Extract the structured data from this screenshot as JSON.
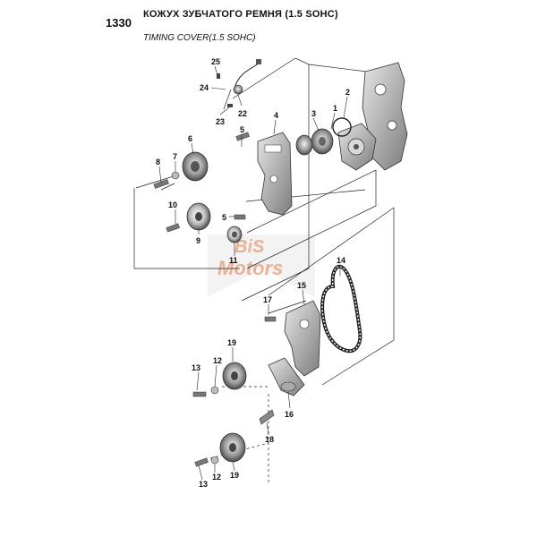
{
  "header": {
    "code": "1330",
    "title_ru": "КОЖУХ ЗУБЧАТОГО РЕМНЯ (1.5 SOHC)",
    "title_en": "TIMING COVER(1.5 SOHC)"
  },
  "watermark": {
    "line1": "BiS",
    "line2": "Motors",
    "color": "#e8a27a"
  },
  "callouts": [
    {
      "id": "c25",
      "label": "25"
    },
    {
      "id": "c24",
      "label": "24"
    },
    {
      "id": "c22",
      "label": "22"
    },
    {
      "id": "c23",
      "label": "23"
    },
    {
      "id": "c2",
      "label": "2"
    },
    {
      "id": "c1",
      "label": "1"
    },
    {
      "id": "c3",
      "label": "3"
    },
    {
      "id": "c4",
      "label": "4"
    },
    {
      "id": "c5a",
      "label": "5"
    },
    {
      "id": "c6",
      "label": "6"
    },
    {
      "id": "c7",
      "label": "7"
    },
    {
      "id": "c8",
      "label": "8"
    },
    {
      "id": "c10",
      "label": "10"
    },
    {
      "id": "c5b",
      "label": "5"
    },
    {
      "id": "c9",
      "label": "9"
    },
    {
      "id": "c11",
      "label": "11"
    },
    {
      "id": "c14",
      "label": "14"
    },
    {
      "id": "c15",
      "label": "15"
    },
    {
      "id": "c17",
      "label": "17"
    },
    {
      "id": "c19a",
      "label": "19"
    },
    {
      "id": "c12a",
      "label": "12"
    },
    {
      "id": "c13a",
      "label": "13"
    },
    {
      "id": "c16",
      "label": "16"
    },
    {
      "id": "c18",
      "label": "18"
    },
    {
      "id": "c12b",
      "label": "12"
    },
    {
      "id": "c19b",
      "label": "19"
    },
    {
      "id": "c13b",
      "label": "13"
    }
  ]
}
